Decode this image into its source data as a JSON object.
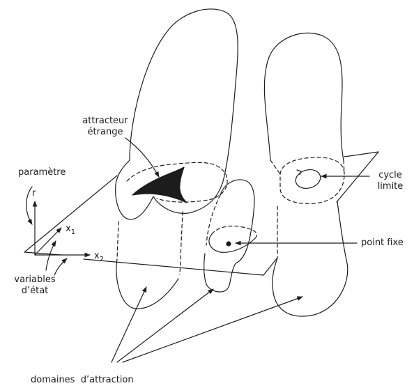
{
  "labels": {
    "strange_attractor": [
      "attracteur",
      "étrange"
    ],
    "parameter": "paramètre",
    "limit_cycle": [
      "cycle",
      "limite"
    ],
    "fixed_point": "point fixe",
    "state_variables": [
      "variables",
      "d’état"
    ],
    "domains": "domaines  d’attraction",
    "axis_r": "r",
    "axis_x1": "x",
    "axis_x1_sub": "1",
    "axis_x2": "x",
    "axis_x2_sub": "2"
  },
  "colors": {
    "ink": "#1c1c1c",
    "background": "#ffffff"
  }
}
